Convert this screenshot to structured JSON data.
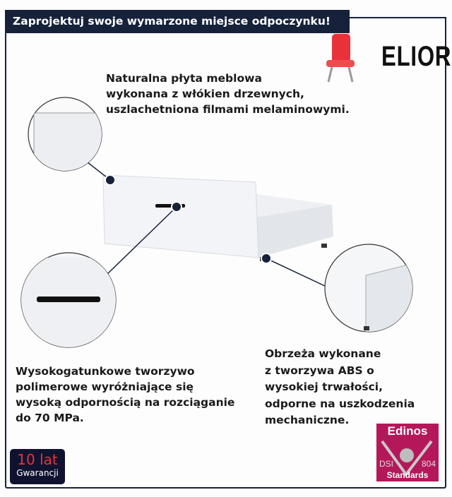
{
  "header": {
    "title": "Zaprojektuj swoje wymarzone miejsce odpoczynku!"
  },
  "brand": {
    "name": "ELIOR",
    "icon": "chair-icon"
  },
  "features": [
    {
      "lines": [
        "Naturalna płyta meblowa",
        "wykonana z włókien drzewnych,",
        "uszlachetniona filmami melaminowymi."
      ]
    },
    {
      "lines": [
        "Wysokogatunkowe tworzywo",
        "polimerowe wyróżniające się",
        "wysoką odpornością na rozciąganie",
        "do 70 MPa."
      ]
    },
    {
      "lines": [
        "Obrzeża wykonane",
        "z tworzywa ABS o",
        "wysokiej trwałości,",
        "odporne na uszkodzenia",
        "mechaniczne."
      ]
    }
  ],
  "warranty": {
    "years": "10 lat",
    "label": "Gwarancji"
  },
  "certificate": {
    "name": "Edinos",
    "code_left": "DSI",
    "code_right": "804",
    "label": "Standards"
  },
  "colors": {
    "navy": "#16223a",
    "magenta": "#b5185a",
    "red": "#e8323a"
  }
}
